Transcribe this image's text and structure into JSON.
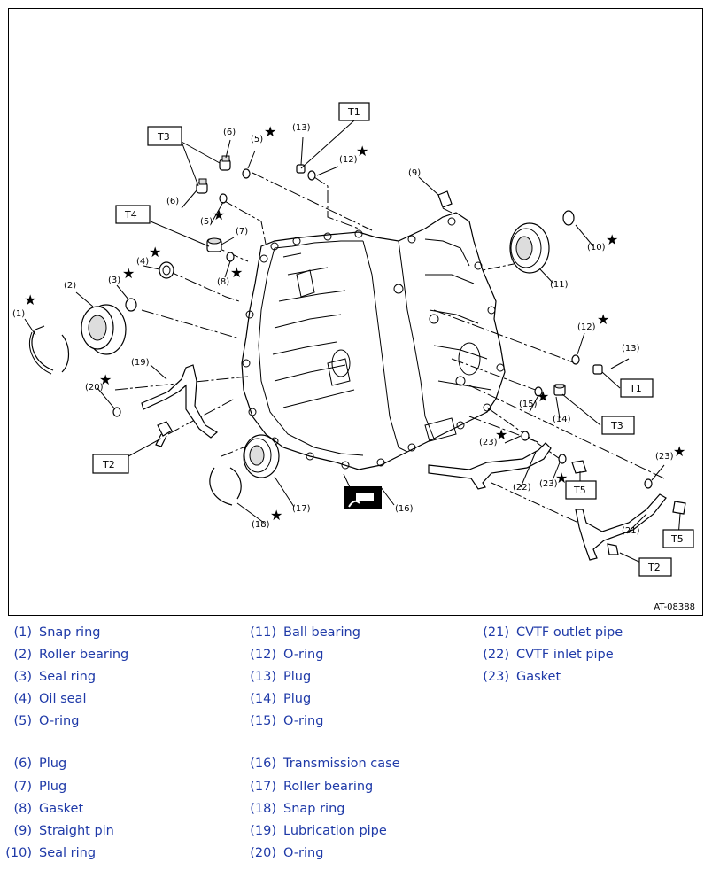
{
  "diagram": {
    "ref_code": "AT-08388",
    "callouts": {
      "c1": "(1)",
      "c2": "(2)",
      "c3": "(3)",
      "c4": "(4)",
      "c5a": "(5)",
      "c5b": "(5)",
      "c6a": "(6)",
      "c6b": "(6)",
      "c7": "(7)",
      "c8": "(8)",
      "c9": "(9)",
      "c10": "(10)",
      "c11": "(11)",
      "c12a": "(12)",
      "c12b": "(12)",
      "c13a": "(13)",
      "c13b": "(13)",
      "c14": "(14)",
      "c15": "(15)",
      "c16": "(16)",
      "c17": "(17)",
      "c18": "(18)",
      "c19": "(19)",
      "c20": "(20)",
      "c21": "(21)",
      "c22": "(22)",
      "c23a": "(23)",
      "c23b": "(23)",
      "c23c": "(23)"
    },
    "torque_tags": {
      "t1a": "T1",
      "t1b": "T1",
      "t2a": "T2",
      "t2b": "T2",
      "t3a": "T3",
      "t3b": "T3",
      "t4": "T4",
      "t5a": "T5",
      "t5b": "T5"
    },
    "star": "★"
  },
  "legend": {
    "col1": [
      {
        "num": "(1)",
        "label": "Snap ring"
      },
      {
        "num": "(2)",
        "label": "Roller bearing"
      },
      {
        "num": "(3)",
        "label": "Seal ring"
      },
      {
        "num": "(4)",
        "label": "Oil seal"
      },
      {
        "num": "(5)",
        "label": "O-ring"
      },
      {
        "num": "(6)",
        "label": "Plug"
      },
      {
        "num": "(7)",
        "label": "Plug"
      },
      {
        "num": "(8)",
        "label": "Gasket"
      },
      {
        "num": "(9)",
        "label": "Straight pin"
      },
      {
        "num": "(10)",
        "label": "Seal ring"
      }
    ],
    "col2": [
      {
        "num": "(11)",
        "label": "Ball bearing"
      },
      {
        "num": "(12)",
        "label": "O-ring"
      },
      {
        "num": "(13)",
        "label": "Plug"
      },
      {
        "num": "(14)",
        "label": "Plug"
      },
      {
        "num": "(15)",
        "label": "O-ring"
      },
      {
        "num": "(16)",
        "label": "Transmission case"
      },
      {
        "num": "(17)",
        "label": "Roller bearing"
      },
      {
        "num": "(18)",
        "label": "Snap ring"
      },
      {
        "num": "(19)",
        "label": "Lubrication pipe"
      },
      {
        "num": "(20)",
        "label": "O-ring"
      }
    ],
    "col3": [
      {
        "num": "(21)",
        "label": "CVTF outlet pipe"
      },
      {
        "num": "(22)",
        "label": "CVTF inlet pipe"
      },
      {
        "num": "(23)",
        "label": "Gasket"
      }
    ]
  }
}
